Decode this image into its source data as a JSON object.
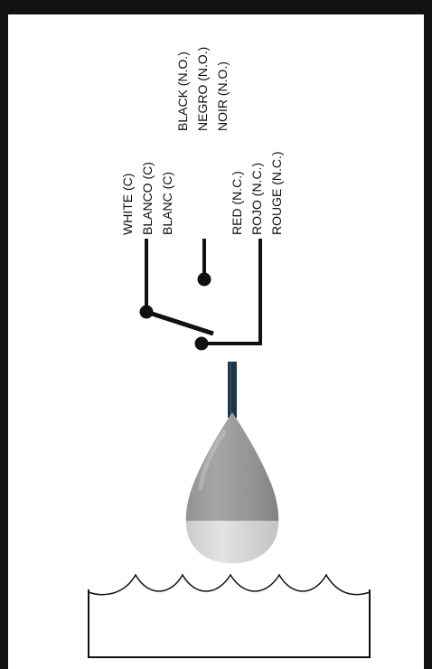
{
  "diagram": {
    "labels": {
      "normally_open": [
        "BLACK (N.O.)",
        "NEGRO (N.O.)",
        "NOIR (N.O.)"
      ],
      "common": [
        "WHITE (C)",
        "BLANCO (C)",
        "BLANC (C)"
      ],
      "normally_closed": [
        "RED (N.C.)",
        "ROJO (N.C.)",
        "ROUGE (N.C.)"
      ]
    },
    "colors": {
      "frame": "#111111",
      "wire": "#111111",
      "float_upper": "#9a9a9a",
      "float_lower": "#d6d6d6",
      "cable": "#1f3444",
      "background": "#ffffff"
    }
  }
}
